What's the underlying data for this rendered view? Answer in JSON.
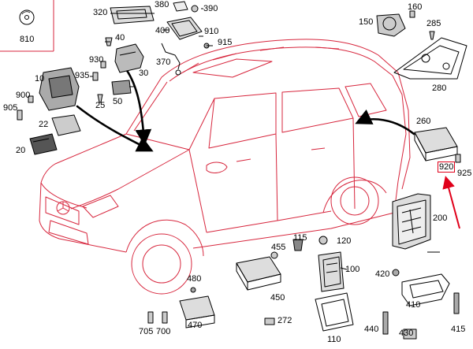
{
  "diagram": {
    "highlight_color": "#e0001a",
    "line_color": "#d7263d",
    "ink_color": "#000000",
    "highlighted_part": "920",
    "cd_box_label": "810",
    "labels": {
      "p320": "320",
      "p380": "380",
      "p390": "390",
      "p400": "400",
      "p910": "910",
      "p915": "915",
      "p40": "40",
      "p930": "930",
      "p30": "30",
      "p370": "370",
      "p935": "935",
      "p10": "10",
      "p900": "900",
      "p905": "905",
      "p25": "25",
      "p50": "50",
      "p22": "22",
      "p20": "20",
      "p150": "150",
      "p160": "160",
      "p285": "285",
      "p280": "280",
      "p260": "260",
      "p920": "920",
      "p925": "925",
      "p200": "200",
      "p115": "115",
      "p120": "120",
      "p455": "455",
      "p100": "100",
      "p450": "450",
      "p480": "480",
      "p470": "470",
      "p705": "705",
      "p700": "700",
      "p272": "272",
      "p110": "110",
      "p420": "420",
      "p410": "410",
      "p440": "440",
      "p430": "430",
      "p415": "415"
    }
  }
}
